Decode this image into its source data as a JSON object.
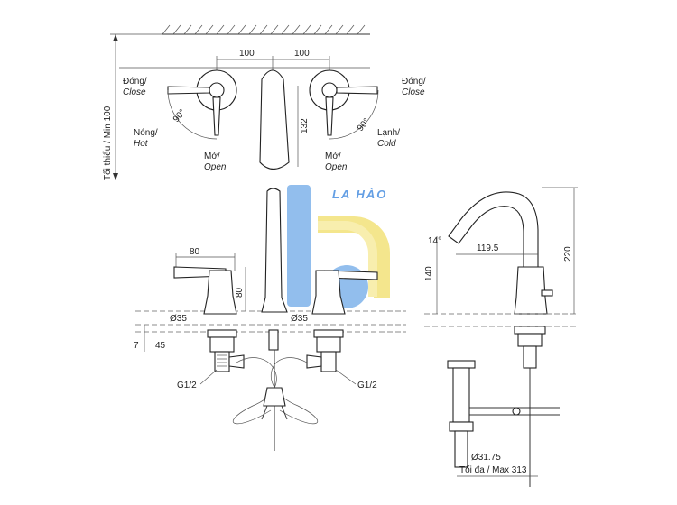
{
  "top_view": {
    "dim_left": "100",
    "dim_right": "100",
    "dim_spout": "132",
    "min_label": "Tối thiểu / Min 100",
    "close_left_vi": "Đóng/",
    "close_left_en": "Close",
    "close_right_vi": "Đóng/",
    "close_right_en": "Close",
    "hot_vi": "Nóng/",
    "hot_en": "Hot",
    "cold_vi": "Lạnh/",
    "cold_en": "Cold",
    "open_left_vi": "Mở/",
    "open_left_en": "Open",
    "open_right_vi": "Mở/",
    "open_right_en": "Open",
    "angle_left": "90°",
    "angle_right": "90°"
  },
  "front_view": {
    "dim_handle_width": "80",
    "dim_handle_height": "80",
    "dia_left": "Ø35",
    "dia_right": "Ø35",
    "dim_depth": "45",
    "dim_depth_prefix": "7",
    "thread_left": "G1/2",
    "thread_right": "G1/2"
  },
  "side_view": {
    "angle": "14°",
    "reach": "119.5",
    "height_spout": "140",
    "height_total": "220",
    "drain_dia": "Ø31.75",
    "max_label": "Tối đa / Max 313"
  },
  "watermark": {
    "text": "LA HÀO",
    "colors": {
      "blue": "#7fb3ea",
      "yellow": "#f3e27a"
    }
  }
}
